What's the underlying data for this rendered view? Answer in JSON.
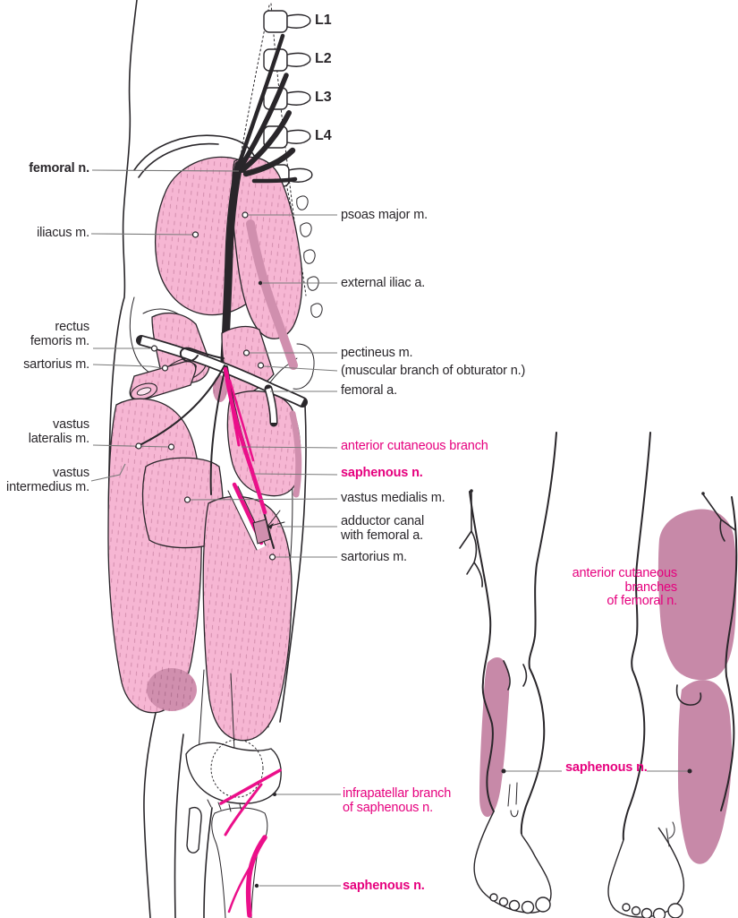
{
  "colors": {
    "muscle": "#f6b6d3",
    "muscle_dark": "#d08fae",
    "shade": "#c789a8",
    "magenta": "#e6007e",
    "nerve_magenta": "#eb0f8a",
    "ink": "#29262a",
    "leader": "#7a7a7a"
  },
  "spine": {
    "levels": [
      "L1",
      "L2",
      "L3",
      "L4"
    ]
  },
  "labels": {
    "femoral_n": "femoral n.",
    "iliacus_m": "iliacus m.",
    "psoas_major_m": "psoas major m.",
    "external_iliac_a": "external iliac a.",
    "pectineus_m": "pectineus m.",
    "obturator_branch": "(muscular branch of obturator n.)",
    "femoral_a": "femoral a.",
    "rectus_femoris_m": "rectus\nfemoris m.",
    "sartorius_m_upper": "sartorius m.",
    "vastus_lateralis_m": "vastus\nlateralis m.",
    "vastus_intermedius_m": "vastus\nintermedius m.",
    "anterior_cutaneous_branch": "anterior cutaneous branch",
    "saphenous_n_mid": "saphenous n.",
    "vastus_medialis_m": "vastus medialis m.",
    "adductor_canal": "adductor canal\nwith femoral a.",
    "sartorius_m_lower": "sartorius m.",
    "anterior_cutaneous_branches": "anterior cutaneous\nbranches\nof femoral n.",
    "saphenous_n_legs": "saphenous n.",
    "infrapatellar_branch": "infrapatellar branch\nof saphenous n.",
    "saphenous_n_bottom": "saphenous n."
  }
}
